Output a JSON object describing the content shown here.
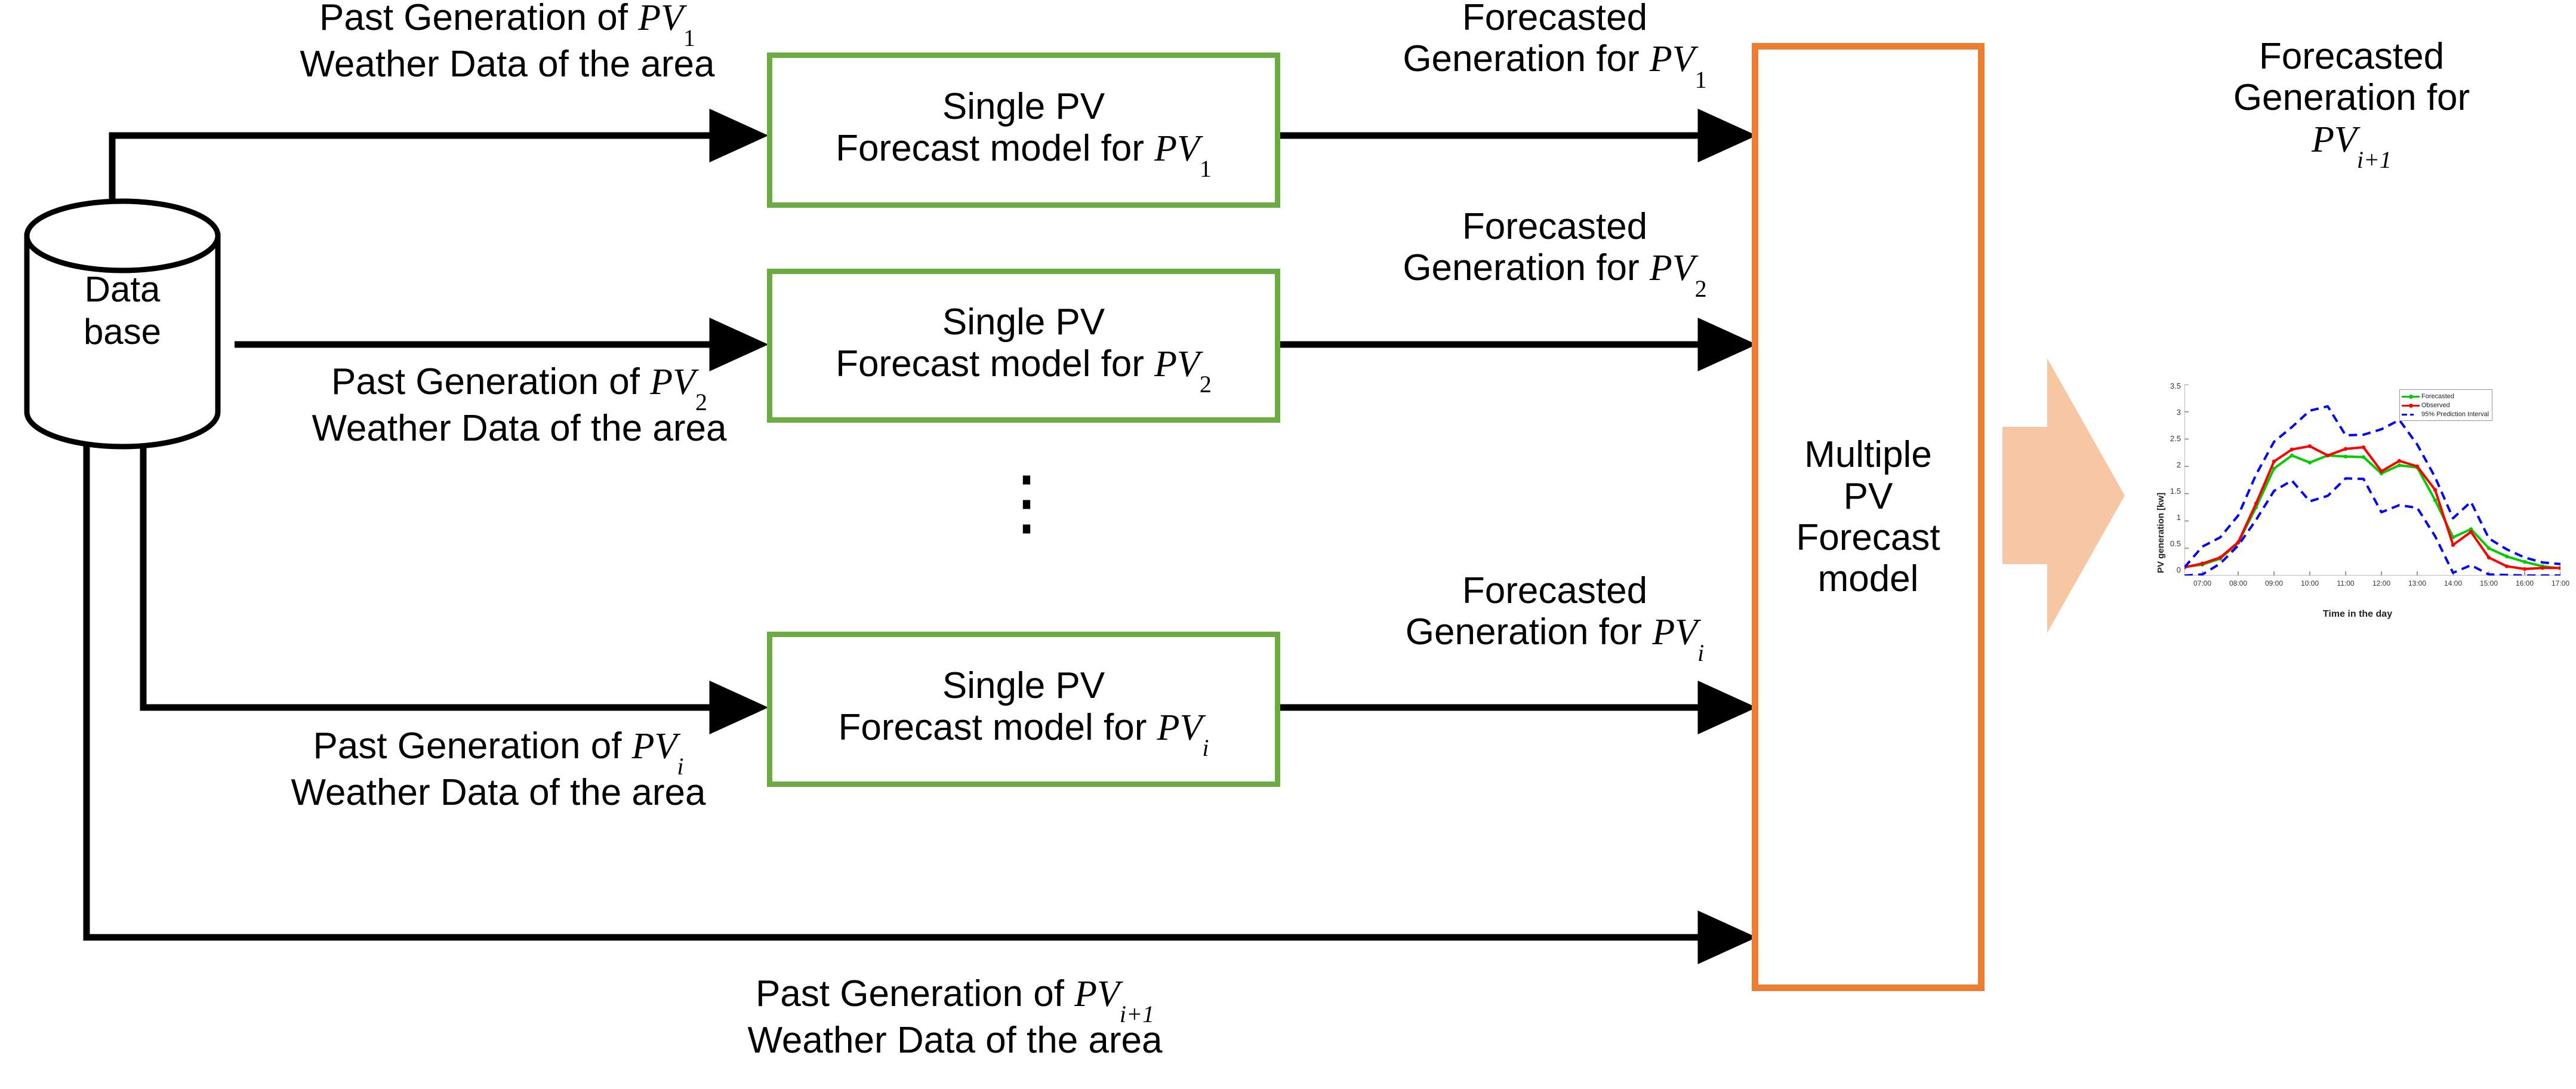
{
  "diagram": {
    "title_right": {
      "line1": "Forecasted",
      "line2": "Generation for",
      "line3_base": "PV",
      "line3_sub": "i+1"
    },
    "database": {
      "line1": "Data",
      "line2": "base"
    },
    "inputs": [
      {
        "line1_pre": "Past Generation of ",
        "line1_var": "PV",
        "line1_sub": "1",
        "line2": "Weather Data of the area"
      },
      {
        "line1_pre": "Past Generation of ",
        "line1_var": "PV",
        "line1_sub": "2",
        "line2": "Weather Data of the area"
      },
      {
        "line1_pre": "Past Generation of ",
        "line1_var": "PV",
        "line1_sub": "i",
        "line2": "Weather Data of the area"
      },
      {
        "line1_pre": "Past Generation of ",
        "line1_var": "PV",
        "line1_sub": "i+1",
        "line2": "Weather Data of the area"
      }
    ],
    "single_models": [
      {
        "line1": "Single PV",
        "line2_pre": "Forecast model for ",
        "line2_var": "PV",
        "line2_sub": "1"
      },
      {
        "line1": "Single PV",
        "line2_pre": "Forecast model for ",
        "line2_var": "PV",
        "line2_sub": "2"
      },
      {
        "line1": "Single PV",
        "line2_pre": "Forecast model for ",
        "line2_var": "PV",
        "line2_sub": "i"
      }
    ],
    "outputs": [
      {
        "line1": "Forecasted",
        "line2_pre": "Generation for ",
        "line2_var": "PV",
        "line2_sub": "1"
      },
      {
        "line1": "Forecasted",
        "line2_pre": "Generation for ",
        "line2_var": "PV",
        "line2_sub": "2"
      },
      {
        "line1": "Forecasted",
        "line2_pre": "Generation for ",
        "line2_var": "PV",
        "line2_sub": "i"
      }
    ],
    "aggregate_model": {
      "line1": "Multiple",
      "line2": "PV",
      "line3": "Forecast",
      "line4": "model"
    },
    "ellipsis": "⋮",
    "colors": {
      "single_model_border": "#6CAD43",
      "aggregate_border": "#ED7D31",
      "big_arrow": "#F7C6A3",
      "line": "#000000"
    }
  },
  "chart_data": {
    "type": "line",
    "title": "",
    "xlabel": "Time in the day",
    "ylabel": "PV generation [kw]",
    "ylim": [
      0,
      3.5
    ],
    "yticks": [
      0,
      0.5,
      1,
      1.5,
      2,
      2.5,
      3,
      3.5
    ],
    "ytick_labels": [
      "0",
      "0.5",
      "1",
      "1.5",
      "2",
      "2.5",
      "3",
      "3.5"
    ],
    "xticks": [
      "07:00",
      "08:00",
      "09:00",
      "10:00",
      "11:00",
      "12:00",
      "13:00",
      "14:00",
      "15:00",
      "16:00",
      "17:00"
    ],
    "grid": false,
    "legend_position": "top-right",
    "x": [
      "06:30",
      "07:00",
      "07:30",
      "08:00",
      "08:30",
      "09:00",
      "09:30",
      "10:00",
      "10:30",
      "11:00",
      "11:30",
      "12:00",
      "12:30",
      "13:00",
      "13:30",
      "14:00",
      "14:30",
      "15:00",
      "15:30",
      "16:00",
      "16:30",
      "17:00"
    ],
    "series": [
      {
        "name": "Forecasted",
        "color": "#00CC00",
        "style": "solid",
        "values": [
          0.16,
          0.2,
          0.31,
          0.6,
          1.25,
          1.96,
          2.2,
          2.07,
          2.2,
          2.18,
          2.17,
          1.87,
          2.02,
          1.98,
          1.38,
          0.7,
          0.85,
          0.5,
          0.35,
          0.25,
          0.17,
          0.13
        ]
      },
      {
        "name": "Observed",
        "color": "#FF0000",
        "style": "solid",
        "values": [
          0.15,
          0.22,
          0.33,
          0.61,
          1.32,
          2.09,
          2.31,
          2.37,
          2.2,
          2.32,
          2.35,
          1.91,
          2.1,
          2.0,
          1.57,
          0.56,
          0.8,
          0.33,
          0.17,
          0.12,
          0.14,
          0.14
        ]
      },
      {
        "name": "95% Prediction Interval",
        "color": "#0000FF",
        "style": "dashed",
        "bound": "upper",
        "values": [
          0.15,
          0.53,
          0.7,
          1.1,
          1.85,
          2.45,
          2.72,
          3.02,
          3.1,
          2.57,
          2.58,
          2.68,
          2.85,
          2.4,
          1.8,
          1.05,
          1.35,
          0.68,
          0.48,
          0.33,
          0.24,
          0.21
        ]
      },
      {
        "name": "95% Prediction Interval",
        "color": "#0000FF",
        "style": "dashed",
        "bound": "lower",
        "values": [
          0.0,
          0.02,
          0.22,
          0.55,
          1.02,
          1.55,
          1.74,
          1.36,
          1.46,
          1.78,
          1.77,
          1.16,
          1.29,
          1.24,
          0.72,
          0.05,
          0.19,
          0.02,
          0.01,
          0.0,
          0.0,
          0.0
        ]
      }
    ],
    "legend": [
      {
        "label": "Forecasted",
        "color": "#00CC00",
        "style": "solid-marker"
      },
      {
        "label": "Observed",
        "color": "#FF0000",
        "style": "solid-marker"
      },
      {
        "label": "95% Prediction Interval",
        "color": "#0000FF",
        "style": "dashed"
      }
    ]
  }
}
